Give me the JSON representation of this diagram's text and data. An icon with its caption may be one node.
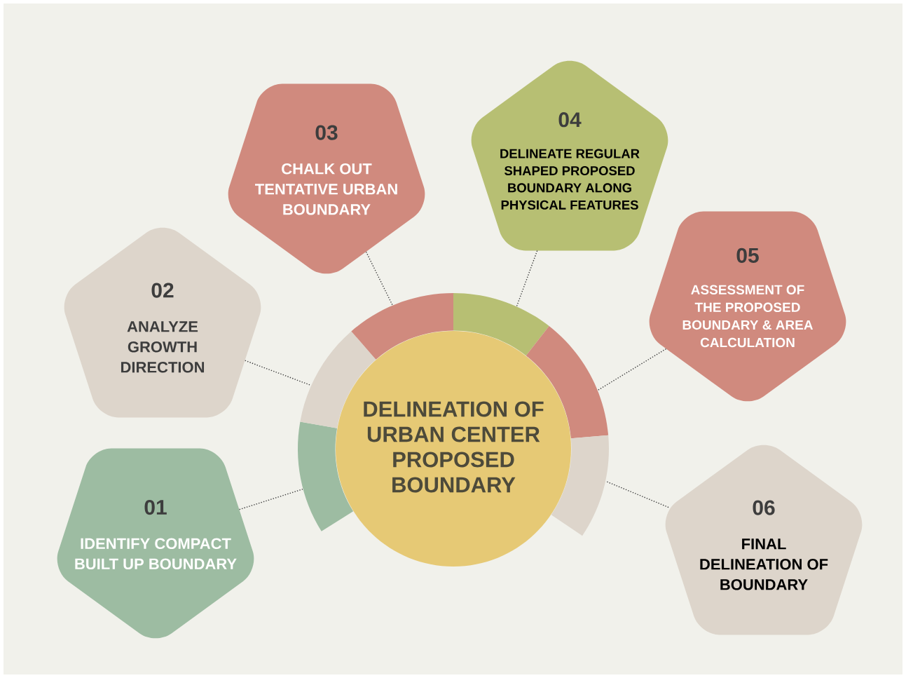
{
  "diagram": {
    "nodes": [
      {
        "text": [
          "DELINEATION OF URBAN CENTER PROPOSED BOUNDARY"
        ]
      },
      {
        "text": [
          "01",
          "IDENTIFY COMPACT BUILT UP BOUNDARY"
        ]
      },
      {
        "text": [
          "02",
          "ANALYZE GROWTH DIRECTION"
        ]
      },
      {
        "text": [
          "03",
          "CHALK OUT TENTATIVE URBAN BOUNDARY"
        ]
      },
      {
        "text": [
          "04",
          "DELINEATE REGULAR SHAPED PROPOSED BOUNDARY ALONG PHYSICAL FEATURES"
        ]
      },
      {
        "text": [
          "05",
          "ASSESSMENT OF THE PROPOSED BOUNDARY & AREA CALCULATION"
        ]
      },
      {
        "text": [
          "06",
          "FINAL DELINEATION OF BOUNDARY"
        ]
      },
      {
        "text": [],
        "shape": "arc"
      },
      {
        "text": [],
        "shape": "arc"
      },
      {
        "text": [],
        "shape": "arc"
      },
      {
        "text": [],
        "shape": "arc"
      },
      {
        "text": [],
        "shape": "arc"
      },
      {
        "text": [],
        "shape": "arc"
      }
    ],
    "edges": [
      {
        "from": 1,
        "to": 7,
        "arrow": "none",
        "style": "dashed"
      },
      {
        "from": 2,
        "to": 8,
        "arrow": "none",
        "style": "dashed"
      },
      {
        "from": 3,
        "to": 9,
        "arrow": "none",
        "style": "dashed"
      },
      {
        "from": 4,
        "to": 10,
        "arrow": "none",
        "style": "dashed"
      },
      {
        "from": 5,
        "to": 11,
        "arrow": "none",
        "style": "dashed"
      },
      {
        "from": 6,
        "to": 12,
        "arrow": "none",
        "style": "dashed"
      }
    ]
  }
}
